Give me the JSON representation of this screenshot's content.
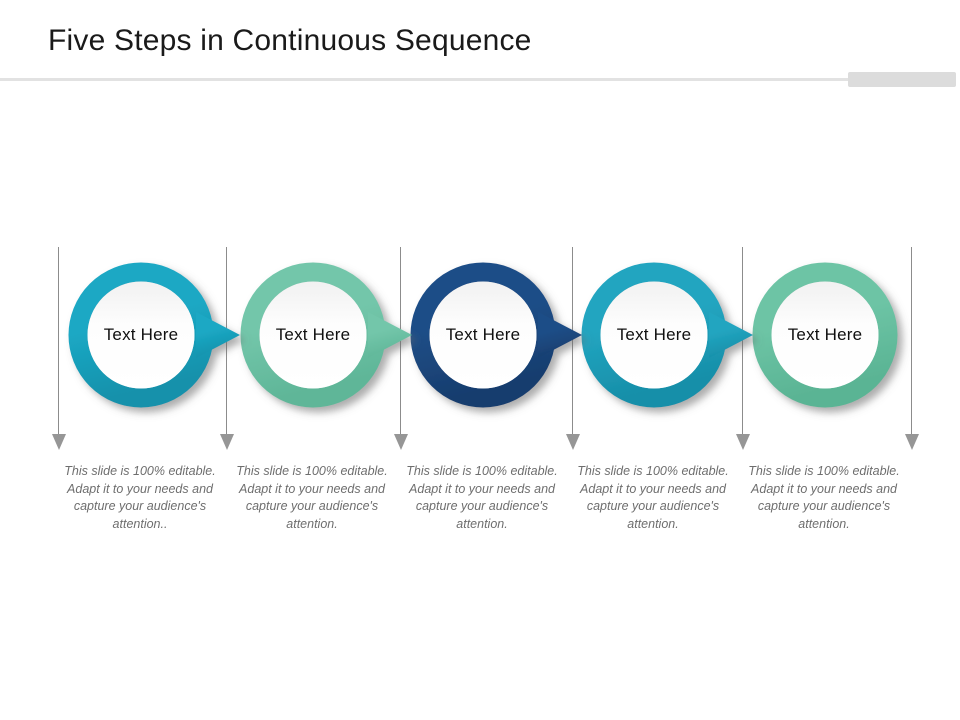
{
  "slide": {
    "title": "Five Steps in Continuous Sequence",
    "rule_color": "#e2e2e2",
    "rule_cap_color": "#dcdcdc",
    "background": "#ffffff"
  },
  "diagram": {
    "type": "five-step-continuous-sequence",
    "connector_line_color": "#8c8c8c",
    "connector_arrow_color": "#969696",
    "caption_color": "#6e6e6e",
    "label_color": "#101010",
    "steps": [
      {
        "id": "step-1",
        "label": "Text Here",
        "color": "#1BA8C4",
        "color_dark": "#1491AB",
        "caption": "This slide is 100% editable. Adapt it to your needs and capture your audience's attention.."
      },
      {
        "id": "step-2",
        "label": "Text Here",
        "color": "#73C6AA",
        "color_dark": "#5FB698",
        "caption": "This slide is 100% editable. Adapt it to your needs and capture your audience's attention."
      },
      {
        "id": "step-3",
        "label": "Text Here",
        "color": "#1F4E87",
        "color_dark": "#173D6E",
        "caption": "This slide is 100% editable. Adapt it to your needs and capture your audience's attention."
      },
      {
        "id": "step-4",
        "label": "Text Here",
        "color": "#22A5C0",
        "color_dark": "#178FA9",
        "caption": "This slide is 100% editable. Adapt it to your needs and capture your audience's attention."
      },
      {
        "id": "step-5",
        "label": "Text Here",
        "color": "#6DC4A5",
        "color_dark": "#5AB494",
        "caption": "This slide is 100% editable. Adapt it to your needs and capture your audience's attention."
      }
    ],
    "drop_lines": 6
  }
}
